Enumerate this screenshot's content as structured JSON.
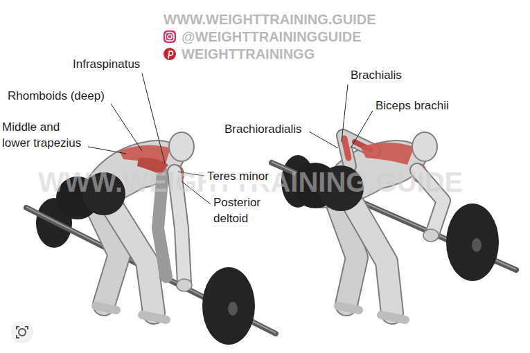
{
  "diagram": {
    "labels": [
      "WWW.WEIGHTTRAINING.GUIDE",
      "@WEIGHTTRAININGGUIDE",
      "WEIGHTTRAININGG",
      "Infraspinatus",
      "Rhomboids (deep)",
      "Middle and lower trapezius",
      "Teres minor",
      "Posterior deltoid",
      "Brachialis",
      "Biceps brachii",
      "Brachioradialis",
      "WWW.WEIGHTTRAINING.GUIDE"
    ]
  }
}
